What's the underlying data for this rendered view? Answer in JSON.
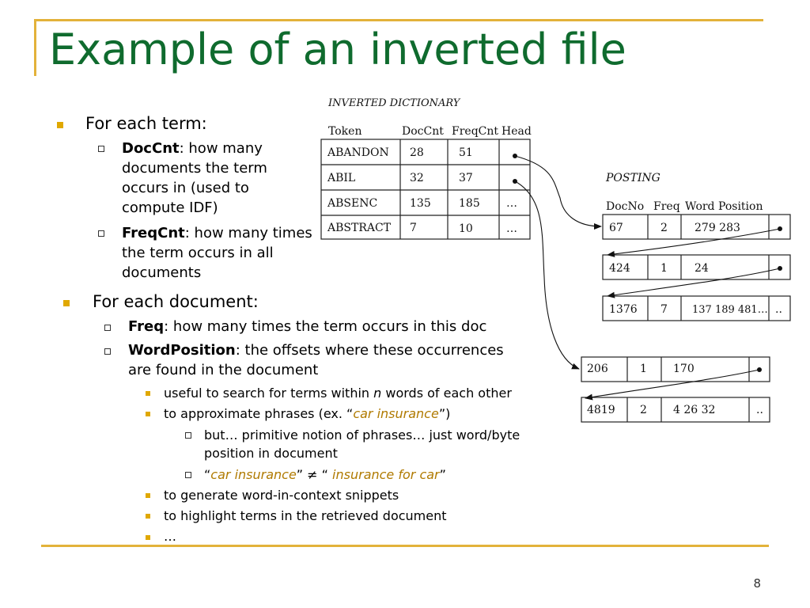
{
  "slide": {
    "title": "Example of an inverted file",
    "page_number": "8",
    "bullets": {
      "term": "For each term:",
      "doccnt_term": "DocCnt",
      "doccnt_desc_1": ": how many",
      "doccnt_desc_2": "documents the term",
      "doccnt_desc_3": "occurs in (used to",
      "doccnt_desc_4": "compute IDF)",
      "freqcnt_term": "FreqCnt",
      "freqcnt_desc_1": ": how many times",
      "freqcnt_desc_2": "the term occurs in all",
      "freqcnt_desc_3": "documents",
      "document": "For each document:",
      "freq_term": "Freq",
      "freq_desc": ": how many times the term occurs in this doc",
      "wordpos_term": "WordPosition",
      "wordpos_desc_1": ": the offsets where these occurrences",
      "wordpos_desc_2": "are found in the document",
      "use1_a": "useful to search for terms within ",
      "use1_n": "n",
      "use1_b": " words of each other",
      "use2_a": "to approximate phrases (ex. “",
      "use2_q": "car insurance",
      "use2_b": "”)",
      "sub1_1": "but… primitive notion of phrases… just word/byte",
      "sub1_2": "position in document",
      "sub2_open": "“",
      "sub2_a": "car insurance",
      "sub2_mid": "” ≠ “ ",
      "sub2_b": "insurance for car",
      "sub2_close": "”",
      "use3": "to generate word-in-context snippets",
      "use4": "to highlight terms in the retrieved document",
      "use5": "…"
    }
  },
  "dictionary": {
    "caption": "INVERTED DICTIONARY",
    "headers": [
      "Token",
      "DocCnt",
      "FreqCnt",
      "Head"
    ],
    "rows": [
      {
        "token": "ABANDON",
        "doccnt": "28",
        "freqcnt": "51",
        "head": ""
      },
      {
        "token": "ABIL",
        "doccnt": "32",
        "freqcnt": "37",
        "head": ""
      },
      {
        "token": "ABSENC",
        "doccnt": "135",
        "freqcnt": "185",
        "head": "…"
      },
      {
        "token": "ABSTRACT",
        "doccnt": "7",
        "freqcnt": "10",
        "head": "…"
      }
    ]
  },
  "posting": {
    "caption": "POSTING",
    "headers": [
      "DocNo",
      "Freq",
      "Word Position"
    ],
    "list_a": [
      {
        "docno": "67",
        "freq": "2",
        "positions": "279  283",
        "next": ""
      },
      {
        "docno": "424",
        "freq": "1",
        "positions": "24",
        "next": ""
      },
      {
        "docno": "1376",
        "freq": "7",
        "positions": "137 189 481…",
        "next": ".."
      }
    ],
    "list_b": [
      {
        "docno": "206",
        "freq": "1",
        "positions": "170",
        "next": ""
      },
      {
        "docno": "4819",
        "freq": "2",
        "positions": "4 26 32",
        "next": ".."
      }
    ]
  },
  "colors": {
    "title": "#0f6b2e",
    "accent_rule": "#e3b23a",
    "bullet": "#e0a800",
    "highlight": "#b07a00"
  }
}
